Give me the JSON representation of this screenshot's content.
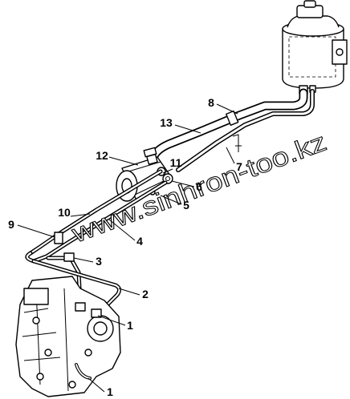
{
  "callouts": [
    "8",
    "13",
    "12",
    "11",
    "7",
    "6",
    "5",
    "10",
    "9",
    "4",
    "3",
    "2",
    "1",
    "1"
  ],
  "watermark": "www.sinhron-too.kz",
  "colors": {
    "line": "#000000",
    "background": "#ffffff"
  }
}
